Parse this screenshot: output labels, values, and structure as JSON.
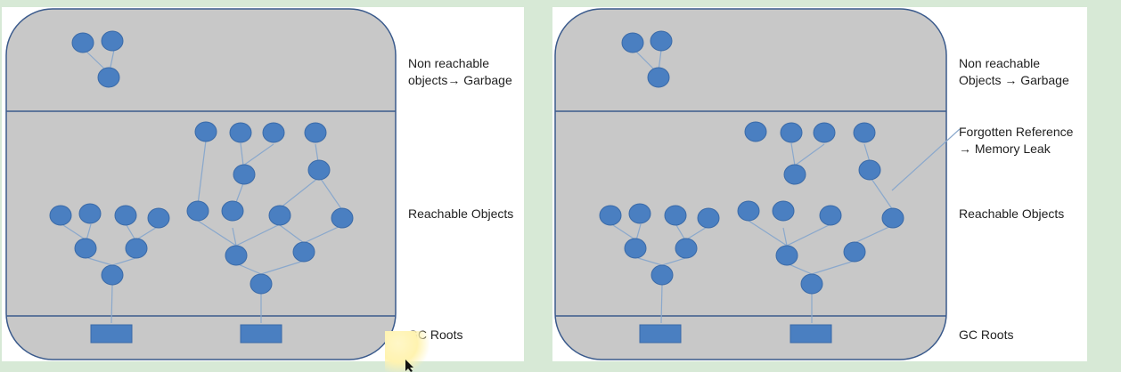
{
  "colors": {
    "background": "#d7e9d6",
    "panel_fill": "#c8c8c8",
    "panel_stroke": "#3a5a8c",
    "node_fill": "#4a7fc1",
    "node_stroke": "#3a6aa8",
    "edge": "#8aa8cc"
  },
  "left_diagram": {
    "label_garbage": "Non reachable\nobjects→ Garbage",
    "label_reachable": "Reachable Objects",
    "label_roots": "GC Roots"
  },
  "right_diagram": {
    "label_garbage": "Non reachable\nObjects → Garbage",
    "label_leak": "Forgotten Reference\n→ Memory Leak",
    "label_reachable": "Reachable Objects",
    "label_roots": "GC Roots"
  },
  "icons": {
    "cursor": "arrow-cursor-icon"
  }
}
